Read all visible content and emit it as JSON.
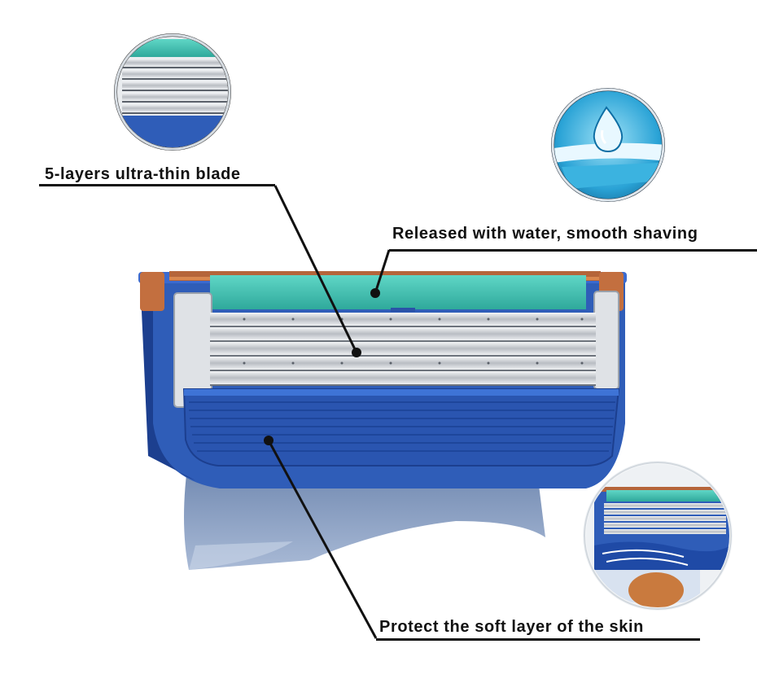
{
  "callouts": {
    "blade": "5-layers ultra-thin blade",
    "water": "Released with water, smooth shaving",
    "skin": "Protect the soft layer of the skin"
  },
  "colors": {
    "cartridge_blue": "#2f5db8",
    "cartridge_dark_blue": "#1c3f8f",
    "lubricant_teal": "#3fbfb0",
    "copper": "#b5653a",
    "blade_silver": "#d8dadd",
    "handle_grey": "#8aa0c0",
    "label_black": "#111111"
  },
  "icons": {
    "blade_zoom": "blade-closeup-icon",
    "water_drop": "water-drop-icon",
    "cartridge_thumb": "cartridge-thumbnail-icon"
  }
}
